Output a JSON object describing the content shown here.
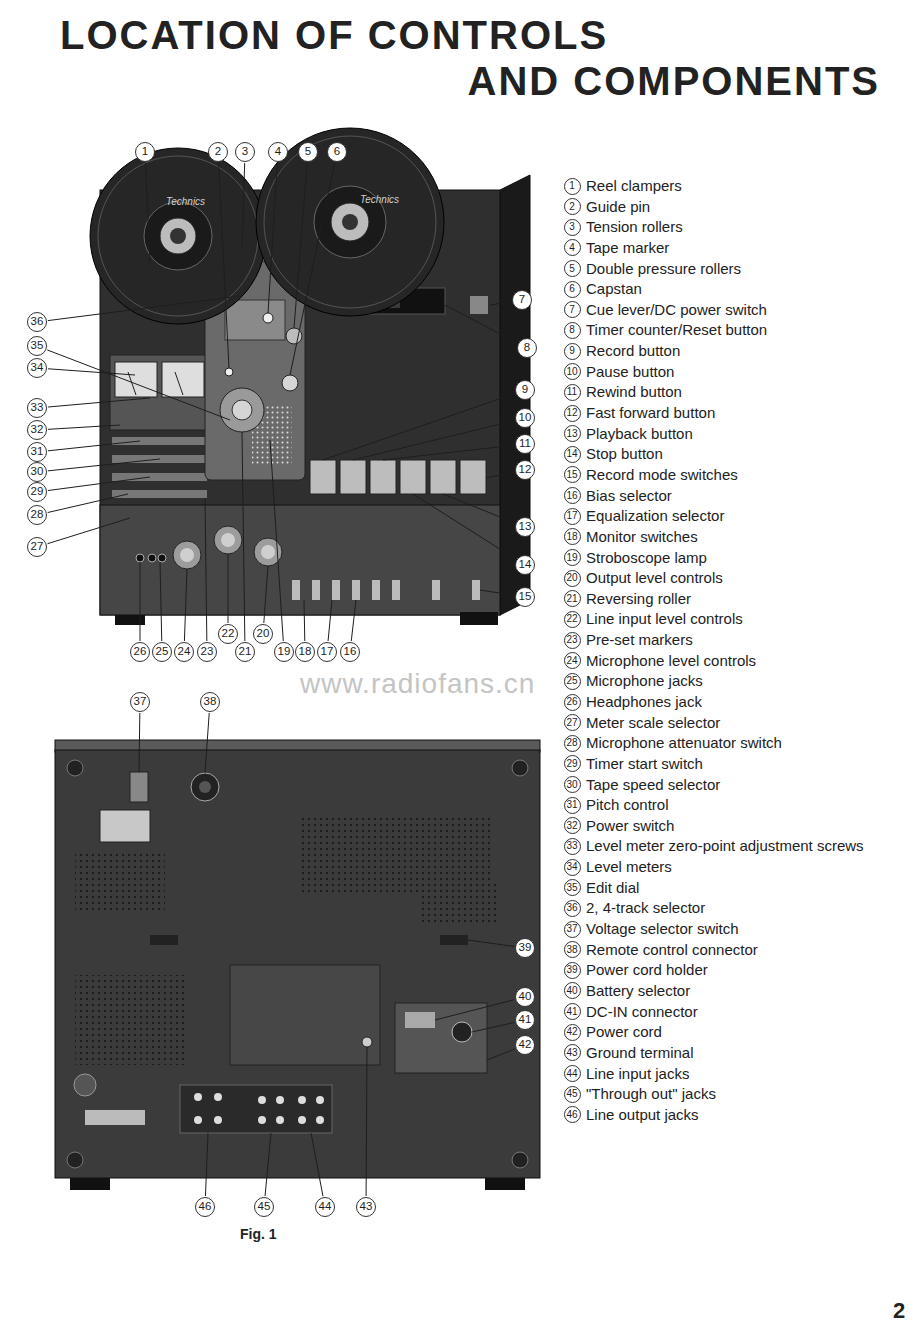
{
  "diagram": {
    "title": "LOCATION OF CONTROLS AND COMPONENTS",
    "caption": "Fig. 1",
    "labels": [
      "1",
      "2",
      "3",
      "4",
      "5",
      "6",
      "7",
      "8",
      "9",
      "10",
      "11",
      "12",
      "13",
      "14",
      "15",
      "16",
      "17",
      "18",
      "19",
      "20",
      "21",
      "22",
      "23",
      "24",
      "25",
      "26",
      "27",
      "28",
      "29",
      "30",
      "31",
      "32",
      "33",
      "34",
      "35",
      "36",
      "37",
      "38",
      "39",
      "40",
      "41",
      "42",
      "43",
      "44",
      "45",
      "46",
      "1",
      "Reel clampers",
      "2",
      "Guide pin",
      "3",
      "Tension rollers",
      "4",
      "Tape marker",
      "5",
      "Double pressure rollers",
      "6",
      "Capstan",
      "7",
      "Cue lever/DC power switch",
      "8",
      "Timer counter/Reset button",
      "9",
      "Record button",
      "10",
      "Pause button",
      "11",
      "Rewind button",
      "12",
      "Fast forward button",
      "13",
      "Playback button",
      "14",
      "Stop button",
      "15",
      "Record mode switches",
      "16",
      "Bias selector",
      "17",
      "Equalization selector",
      "18",
      "Monitor switches",
      "19",
      "Stroboscope lamp",
      "20",
      "Output level controls",
      "21",
      "Reversing roller",
      "22",
      "Line input level controls",
      "23",
      "Pre-set markers",
      "24",
      "Microphone level controls",
      "25",
      "Microphone jacks",
      "26",
      "Headphones jack",
      "27",
      "Meter scale selector",
      "28",
      "Microphone attenuator switch",
      "29",
      "Timer start switch",
      "30",
      "Tape speed selector",
      "31",
      "Pitch control",
      "32",
      "Power switch",
      "33",
      "Level meter zero-point adjustment screws",
      "34",
      "Level meters",
      "35",
      "Edit dial",
      "36",
      "2, 4-track selector",
      "37",
      "Voltage selector switch",
      "38",
      "Remote control connector",
      "39",
      "Power cord holder",
      "40",
      "Battery selector",
      "41",
      "DC-IN connector",
      "42",
      "Power cord",
      "43",
      "Ground terminal",
      "44",
      "Line input jacks",
      "45",
      "\"Through out\" jacks",
      "46",
      "Line output jacks",
      "www.radiofans.cn",
      "Technics",
      "Technics",
      "2"
    ]
  }
}
